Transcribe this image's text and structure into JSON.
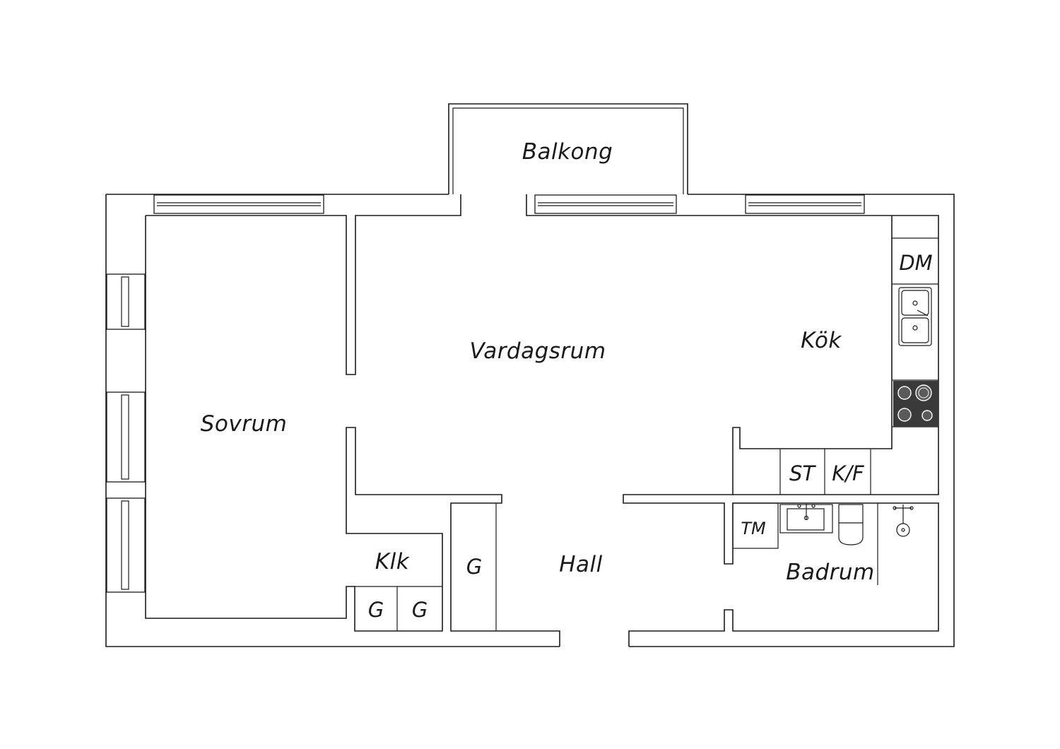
{
  "rooms": {
    "balkong": "Balkong",
    "vardagsrum": "Vardagsrum",
    "kok": "Kök",
    "sovrum": "Sovrum",
    "klk": "Klk",
    "hall": "Hall",
    "badrum": "Badrum"
  },
  "fixtures": {
    "dm": "DM",
    "st": "ST",
    "kf": "K/F",
    "tm": "TM",
    "g_closet_1": "G",
    "g_closet_2": "G",
    "g_hall": "G"
  },
  "colors": {
    "line": "#1a1a1a",
    "stove": "#3a3a3a",
    "background": "#ffffff"
  }
}
